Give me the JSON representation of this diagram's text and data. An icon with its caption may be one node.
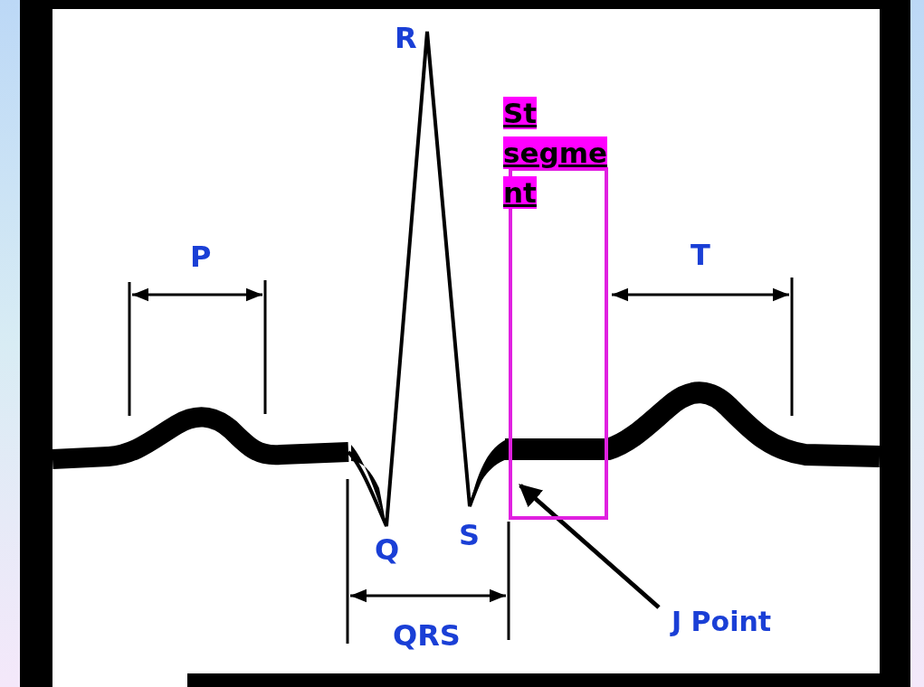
{
  "diagram": {
    "nodes": [
      {
        "text": [
          "St segment"
        ]
      },
      {
        "text": [
          "J Point"
        ]
      }
    ],
    "edges": [
      {
        "from": 1,
        "to": 0,
        "arrow": "to"
      }
    ],
    "labels": [
      "R",
      "P",
      "T",
      "Q",
      "S",
      "QRS"
    ]
  }
}
